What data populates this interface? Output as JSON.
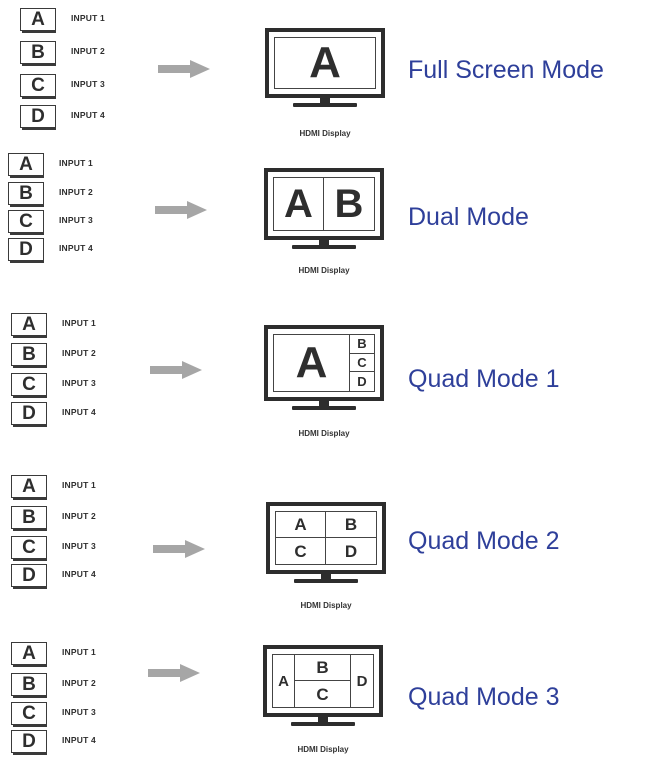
{
  "colors": {
    "mode_text": "#2e3f9a",
    "arrow": "#a6a6a6",
    "frame": "#2d2d2d"
  },
  "inputs": [
    {
      "letter": "A",
      "label": "INPUT 1"
    },
    {
      "letter": "B",
      "label": "INPUT 2"
    },
    {
      "letter": "C",
      "label": "INPUT 3"
    },
    {
      "letter": "D",
      "label": "INPUT 4"
    }
  ],
  "display_caption": "HDMI Display",
  "modes": [
    {
      "name": "Full Screen Mode",
      "cells": [
        "A"
      ]
    },
    {
      "name": "Dual Mode",
      "cells": [
        "A",
        "B"
      ]
    },
    {
      "name": "Quad Mode 1",
      "cells": [
        "A",
        "B",
        "C",
        "D"
      ]
    },
    {
      "name": "Quad Mode 2",
      "cells": [
        "A",
        "B",
        "C",
        "D"
      ]
    },
    {
      "name": "Quad Mode 3",
      "cells": [
        "A",
        "B",
        "C",
        "D"
      ]
    }
  ]
}
